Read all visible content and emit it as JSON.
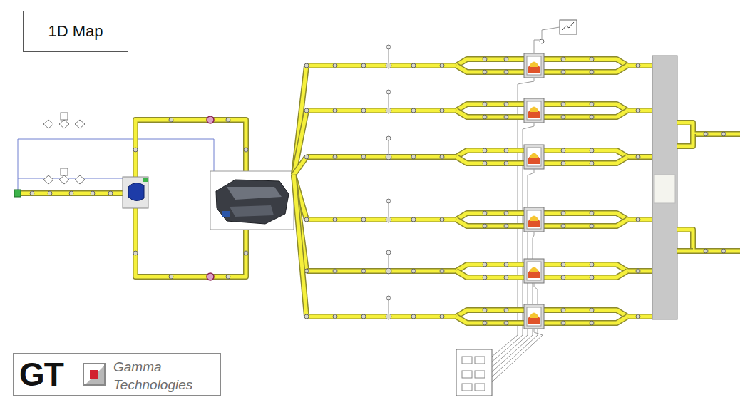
{
  "diagram": {
    "title": "1D Map",
    "nodes": [
      {
        "text": [
          "GT",
          "Gamma Technologies"
        ]
      }
    ]
  }
}
